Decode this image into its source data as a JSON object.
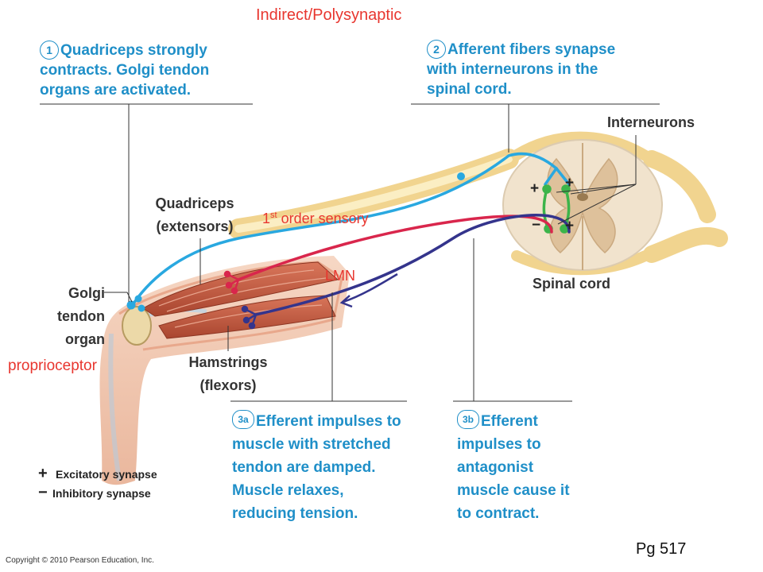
{
  "header": "Indirect/Polysynaptic",
  "steps": {
    "s1": {
      "badge": "1",
      "text": "Quadriceps strongly contracts. Golgi tendon organs are activated."
    },
    "s2": {
      "badge": "2",
      "text": "Afferent fibers synapse with interneurons in the spinal cord."
    },
    "s3a": {
      "badge": "3a",
      "text": "Efferent impulses to muscle with stretched tendon are damped. Muscle relaxes, reducing tension."
    },
    "s3b": {
      "badge": "3b",
      "text": "Efferent impulses to antagonist muscle cause it to contract."
    }
  },
  "labels": {
    "interneurons": "Interneurons",
    "spinal_cord": "Spinal cord",
    "quadriceps_1": "Quadriceps",
    "quadriceps_2": "(extensors)",
    "hamstrings_1": "Hamstrings",
    "hamstrings_2": "(flexors)",
    "golgi_1": "Golgi",
    "golgi_2": "tendon",
    "golgi_3": "organ"
  },
  "annotations": {
    "first_order_sup": "st",
    "first_order_pre": "1",
    "first_order_post": " order sensory",
    "lmn": "LMN",
    "proprioceptor": "proprioceptor"
  },
  "legend": {
    "plus_symbol": "+",
    "plus_text": "Excitatory synapse",
    "minus_symbol": "−",
    "minus_text": "Inhibitory synapse"
  },
  "synapse_signs": {
    "plus": "+",
    "minus": "−"
  },
  "page_ref": "Pg 517",
  "copyright": "Copyright © 2010 Pearson Education, Inc.",
  "colors": {
    "afferent_blue": "#29a8e0",
    "motor_red": "#d9264c",
    "motor_navy": "#34348c",
    "interneuron_green": "#3cb44a",
    "label_blue": "#1f8fc8",
    "accent_red": "#e8362f"
  }
}
